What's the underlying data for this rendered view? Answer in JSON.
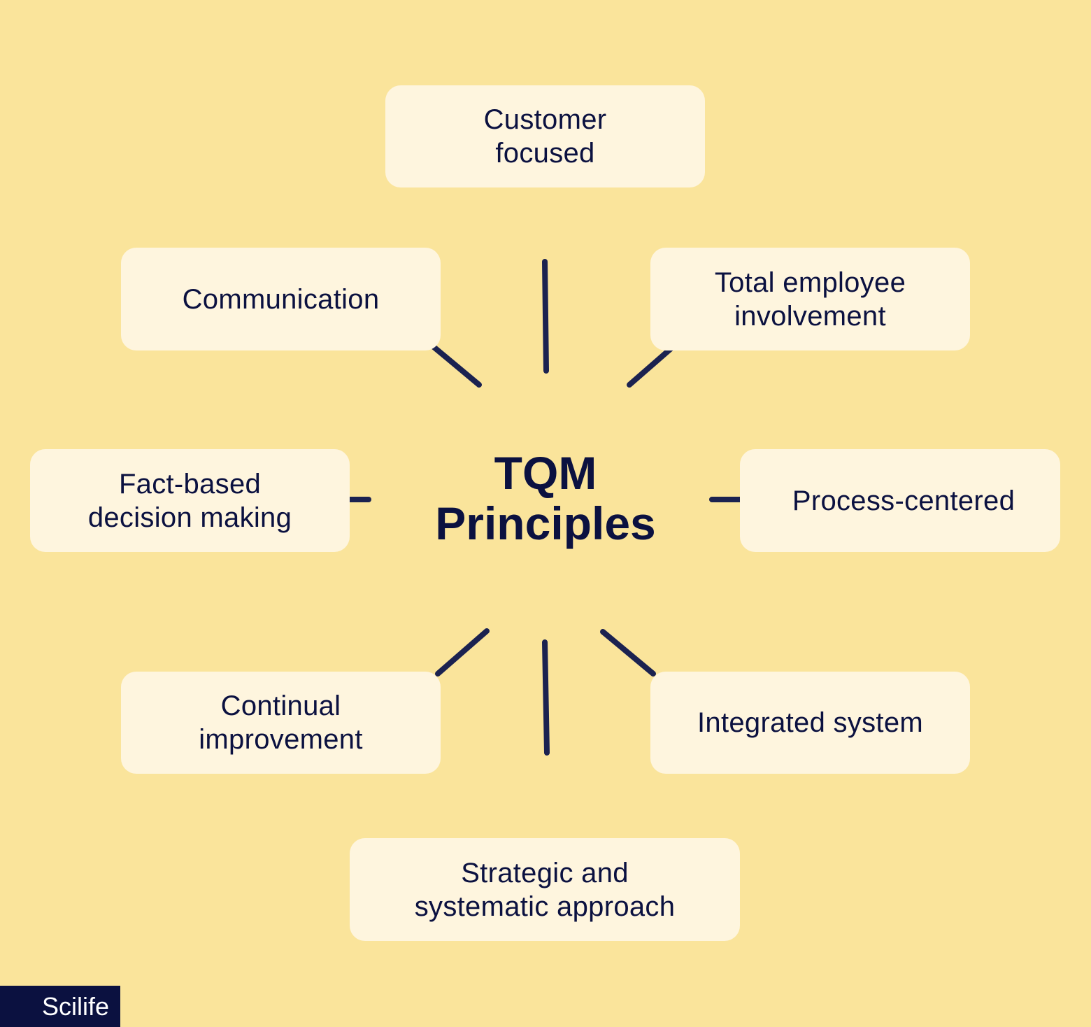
{
  "center": {
    "title_line1": "TQM",
    "title_line2": "Principles"
  },
  "principles": [
    {
      "id": "customer-focused",
      "line1": "Customer",
      "line2": "focused"
    },
    {
      "id": "communication",
      "line1": "Communication",
      "line2": ""
    },
    {
      "id": "total-employee-involvement",
      "line1": "Total employee",
      "line2": "involvement"
    },
    {
      "id": "fact-based-decision-making",
      "line1": "Fact-based",
      "line2": "decision making"
    },
    {
      "id": "process-centered",
      "line1": "Process-centered",
      "line2": ""
    },
    {
      "id": "continual-improvement",
      "line1": "Continual",
      "line2": "improvement"
    },
    {
      "id": "integrated-system",
      "line1": "Integrated system",
      "line2": ""
    },
    {
      "id": "strategic-and-systematic-approach",
      "line1": "Strategic and",
      "line2": "systematic approach"
    }
  ],
  "brand": {
    "label": "Scilife"
  },
  "colors": {
    "background": "#fae49b",
    "box": "#fef5de",
    "text": "#0b1140",
    "connector": "#1b2250",
    "brand_bg": "#0b1140"
  }
}
